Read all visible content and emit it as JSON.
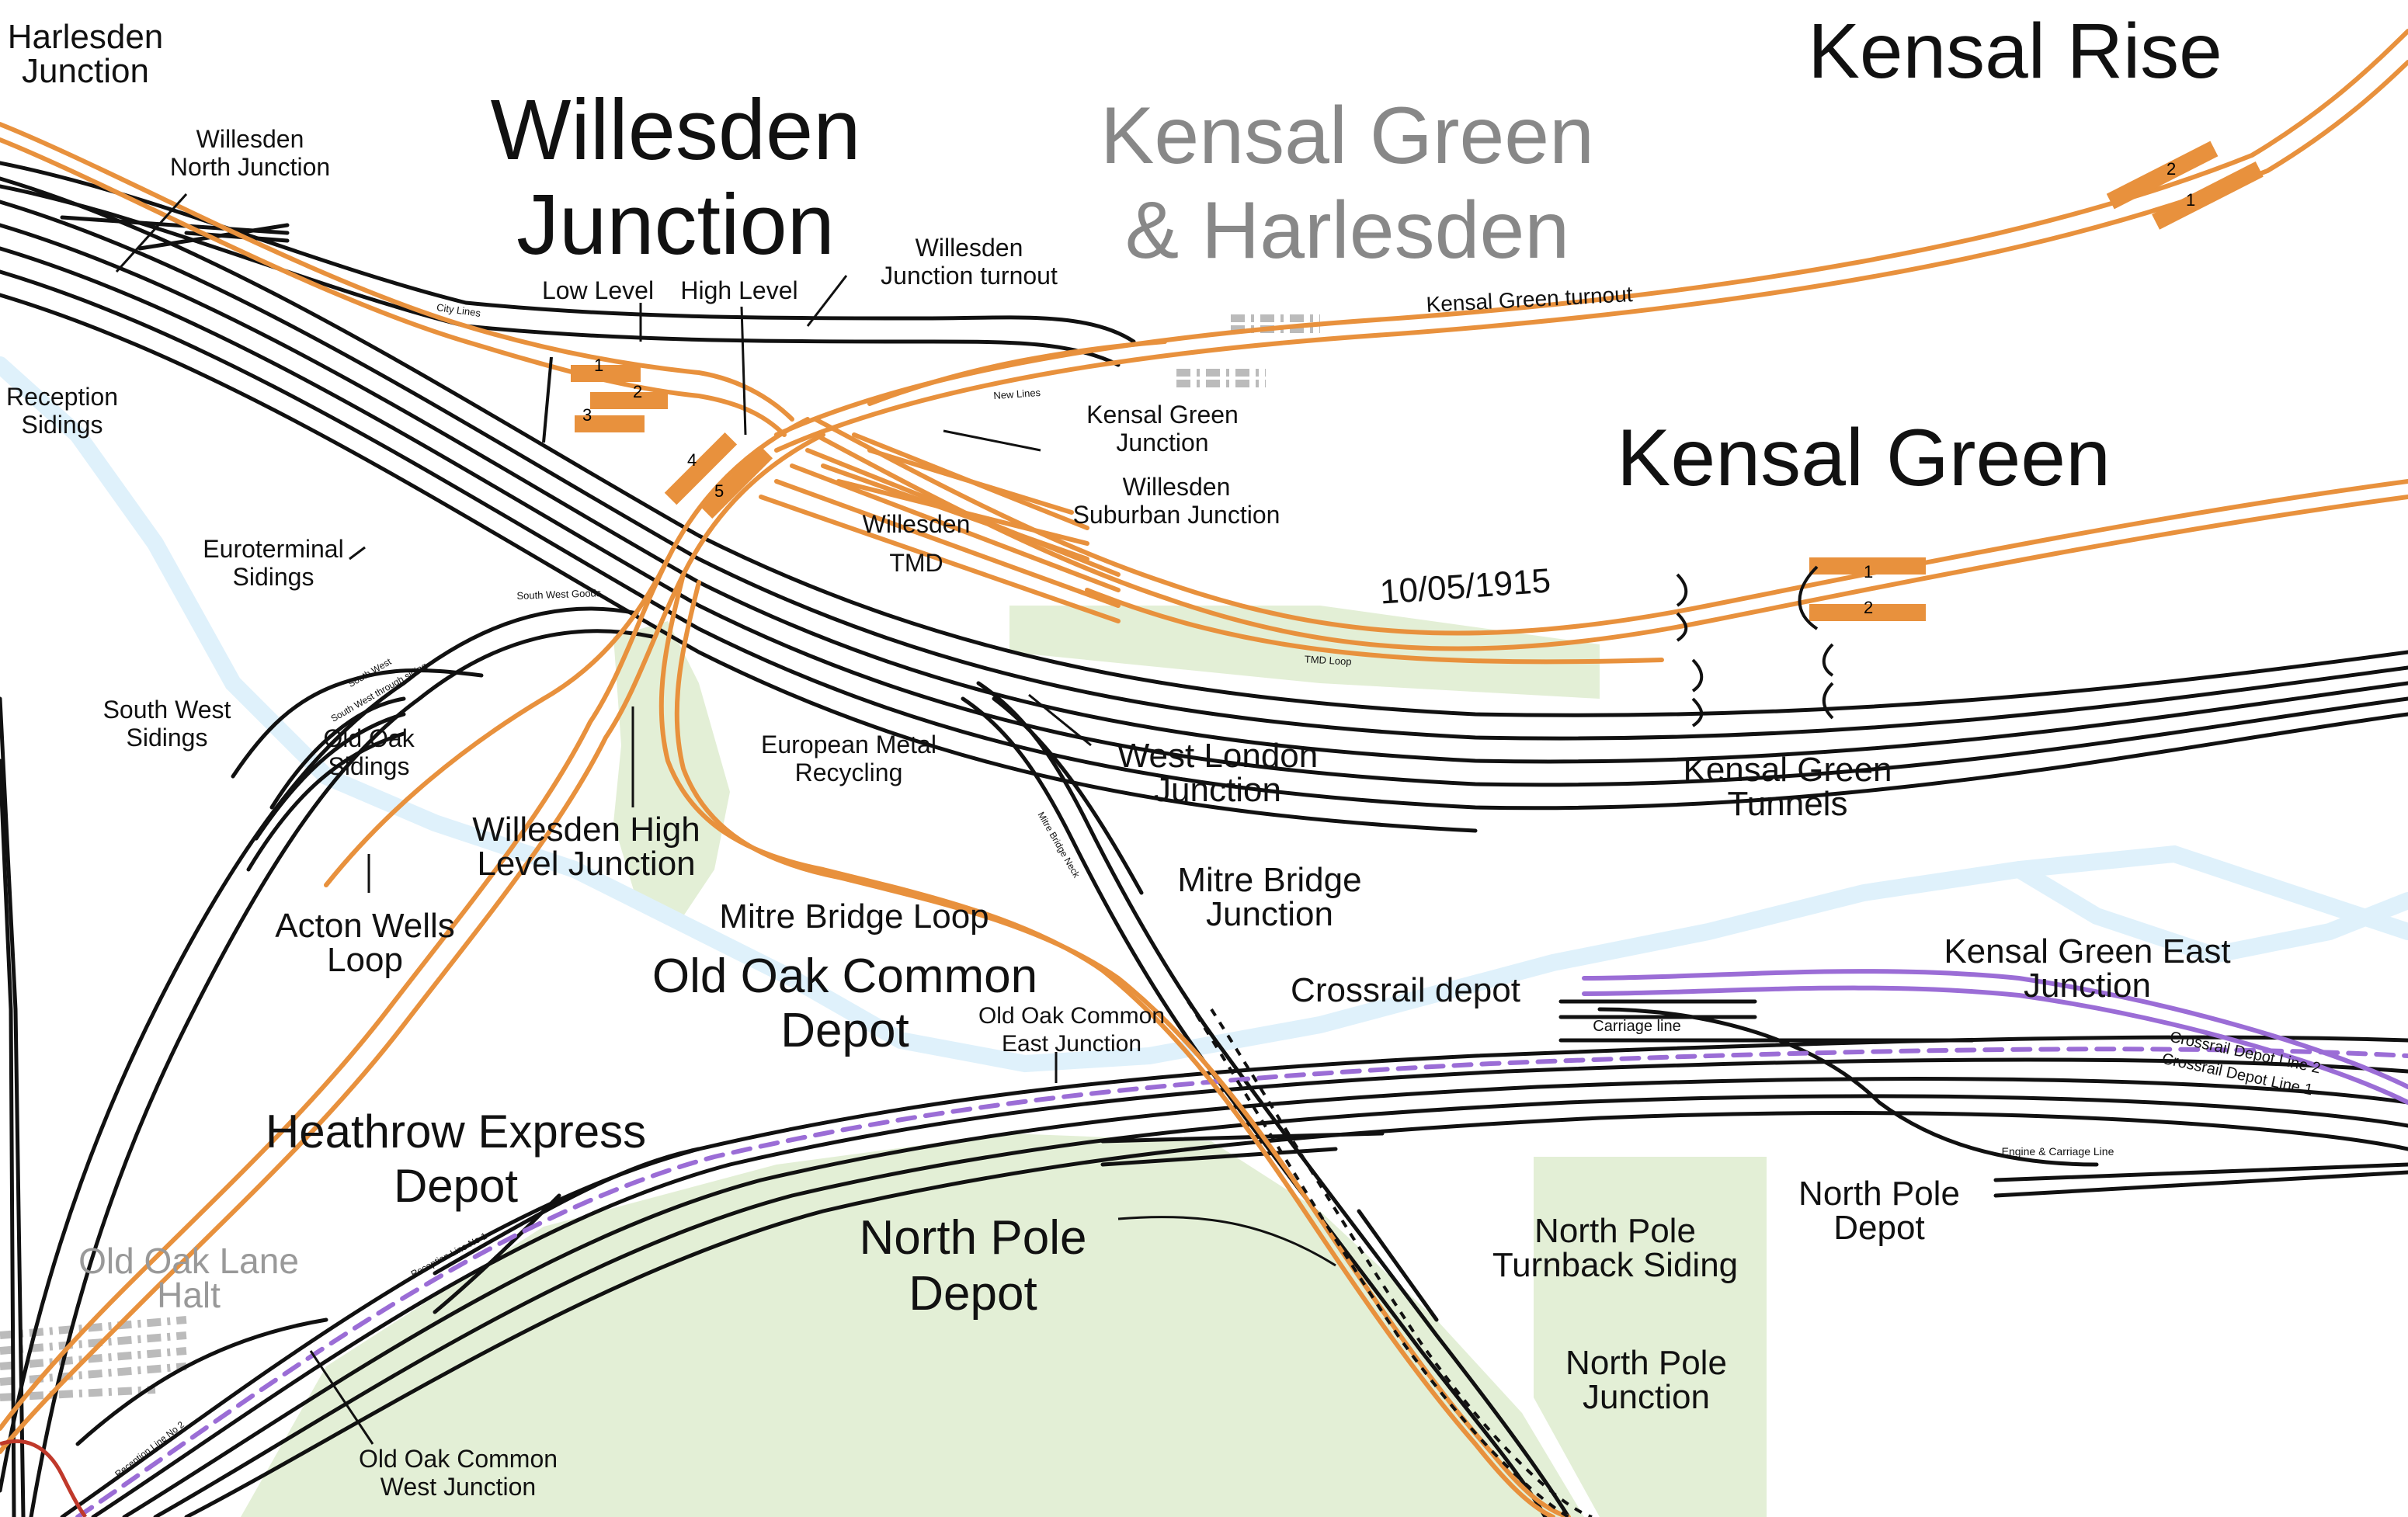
{
  "colors": {
    "background": "#ffffff",
    "track": "#111111",
    "overground": "#e8913d",
    "overground_dark": "#c46f1f",
    "crossrail": "#9b6dd6",
    "park": "#e3efd6",
    "water": "#dff1fb",
    "disused": "#aaaaaa",
    "heritage": "#c0392b",
    "label": "#111111",
    "label_grey": "#888888",
    "label_lightgrey": "#999999"
  },
  "labels": {
    "harlesden_junction": "Harlesden\nJunction",
    "willesden_north_junction": "Willesden\nNorth Junction",
    "willesden_junction": "Willesden\nJunction",
    "kensal_green_harlesden": "Kensal Green\n& Harlesden",
    "kensal_rise": "Kensal Rise",
    "low_level": "Low Level",
    "high_level": "High Level",
    "willesden_junction_turnout": "Willesden\nJunction turnout",
    "kensal_green_turnout": "Kensal Green turnout",
    "city_lines": "City Lines",
    "new_lines": "New Lines",
    "kensal_green_junction": "Kensal Green\nJunction",
    "willesden_suburban_junction": "Willesden\nSuburban Junction",
    "kensal_green": "Kensal Green",
    "reception_sidings": "Reception\nSidings",
    "euroterminal_sidings": "Euroterminal\nSidings",
    "willesden_tmd": "Willesden\nTMD",
    "date_1915": "10/05/1915",
    "south_west_goods": "South West Goods",
    "tmd_loop": "TMD Loop",
    "south_west_sidings": "South West\nSidings",
    "old_oak_sidings": "Old Oak\nSidings",
    "european_metal_recycling": "European Metal\nRecycling",
    "west_london_junction": "West London\nJunction",
    "kensal_green_tunnels": "Kensal Green\nTunnels",
    "willesden_high_level_junction": "Willesden High\nLevel Junction",
    "mitre_bridge_junction": "Mitre Bridge\nJunction",
    "mitre_bridge_loop": "Mitre Bridge Loop",
    "acton_wells_loop": "Acton Wells\nLoop",
    "old_oak_common_depot": "Old Oak Common\nDepot",
    "old_oak_common_east_junction": "Old Oak Common\nEast Junction",
    "crossrail_depot": "Crossrail depot",
    "kensal_green_east_junction": "Kensal Green East\nJunction",
    "carriage_line": "Carriage line",
    "crossrail_depot_line_2": "Crossrail Depot Line 2",
    "crossrail_depot_line_1": "Crossrail Depot Line 1",
    "heathrow_express_depot": "Heathrow Express\nDepot",
    "engine_carriage_line": "Engine & Carriage Line",
    "north_pole_depot_right": "North Pole\nDepot",
    "north_pole_depot_centre": "North Pole\nDepot",
    "north_pole_turnback_siding": "North Pole\nTurnback Siding",
    "old_oak_lane_halt": "Old Oak Lane\nHalt",
    "north_pole_junction": "North Pole\nJunction",
    "old_oak_common_west_junction": "Old Oak Common\nWest Junction",
    "reception_line_1": "Reception Line No 1",
    "reception_line_2": "Reception Line No 2",
    "south_west_sidings_small": "South West",
    "south_west_through_siding": "South West through siding",
    "mitre_bridge_neck": "Mitre Bridge Neck"
  },
  "platforms": {
    "willesden_low_level": [
      "1",
      "2",
      "3"
    ],
    "willesden_high_level": [
      "4",
      "5"
    ],
    "kensal_rise": [
      "2",
      "1"
    ],
    "kensal_green": [
      "1",
      "2"
    ]
  }
}
